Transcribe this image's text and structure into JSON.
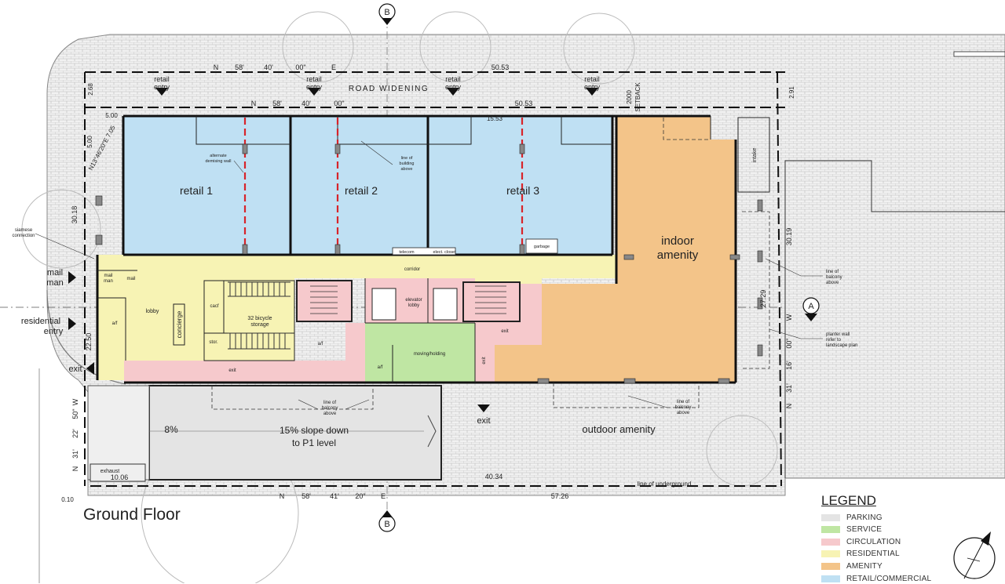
{
  "drawing": {
    "title": "Ground Floor",
    "section_markers": [
      "B",
      "B",
      "A"
    ],
    "colors": {
      "retail": "#bfe0f3",
      "residential": "#f7f3b4",
      "circulation": "#f6c9cc",
      "service": "#bfe6a3",
      "amenity": "#f3c489",
      "parking": "#e4e4e4",
      "hatch": "#bcbcbc",
      "line": "#111111",
      "demising": "#d8242a"
    }
  },
  "rooms": {
    "retail1": "retail 1",
    "retail2": "retail 2",
    "retail3": "retail 3",
    "indoor_amenity_1": "indoor",
    "indoor_amenity_2": "amenity",
    "lobby": "lobby",
    "concierge": "concierge",
    "mail": "mail",
    "mail_man_1": "mail",
    "mail_man_2": "man",
    "bicycle_1": "32 bicycle",
    "bicycle_2": "storage",
    "cacf": "cacf",
    "stor": "stor.",
    "af1": "a/f",
    "af2": "a/f",
    "af3": "a/f",
    "corridor": "corridor",
    "elevator_1": "elevator",
    "elevator_2": "lobby",
    "moving": "moving/holding",
    "exit_corr": "exit",
    "exit_r1": "exit",
    "exit_r2": "exit",
    "elect": "elect. closet",
    "telecom": "telecom",
    "outdoor": "outdoor amenity",
    "slope_1": "15% slope down",
    "slope_2": "to P1 level",
    "slope_pct": "8%",
    "exhaust": "exhaust",
    "intake": "intake",
    "garbage": "garbage"
  },
  "labels": {
    "retail_entry_1": "retail",
    "retail_entry_2": "entry",
    "road_widening": "ROAD WIDENING",
    "setback_1": "2000",
    "setback_2": "SETBACK",
    "alt_demising_1": "alternate",
    "alt_demising_2": "demising wall",
    "line_building_1": "line of",
    "line_building_2": "building",
    "line_building_3": "above",
    "balcony_1": "line of",
    "balcony_2": "balcony",
    "balcony_3": "above",
    "planter_1": "planter wall",
    "planter_2": "refer to",
    "planter_3": "landscape plan",
    "underground": "line of underground",
    "siamese_1": "siamese",
    "siamese_2": "connection",
    "mailman_1": "mail",
    "mailman_2": "man",
    "residential_1": "residential",
    "residential_2": "entry",
    "exit": "exit"
  },
  "dimensions": {
    "top_bearing": [
      "N",
      "58'",
      "40'",
      "00\"",
      "E",
      "50.53"
    ],
    "inner_bearing": [
      "N",
      "58'",
      "40'",
      "00\"",
      "50.53"
    ],
    "inner_53": "15.53",
    "bottom_bearing": [
      "N",
      "58'",
      "41'",
      "20\"",
      "E"
    ],
    "bottom_total": "57.26",
    "bottom_part": "40.34",
    "bottom_left": "10.06",
    "corner_small": "0.10",
    "left_top": "2.68",
    "left_5a": "5.00",
    "left_5b": "5.00",
    "diag": "N13°46'20\"E 7.05",
    "left_3018": "30.18",
    "left_2250": "22.50",
    "left_bearing": [
      "N",
      "31'",
      "22'",
      "50\"",
      "W"
    ],
    "right_top": "2.91",
    "right_3019": "30.19",
    "right_2729": "27.29",
    "right_bearing": [
      "N",
      "31'",
      "16'",
      "00\"",
      "W"
    ]
  },
  "legend": {
    "title": "LEGEND",
    "items": [
      {
        "label": "PARKING",
        "color": "#e4e4e4"
      },
      {
        "label": "SERVICE",
        "color": "#bfe6a3"
      },
      {
        "label": "CIRCULATION",
        "color": "#f6c9cc"
      },
      {
        "label": "RESIDENTIAL",
        "color": "#f7f3b4"
      },
      {
        "label": "AMENITY",
        "color": "#f3c489"
      },
      {
        "label": "RETAIL/COMMERCIAL",
        "color": "#bfe0f3"
      }
    ]
  }
}
